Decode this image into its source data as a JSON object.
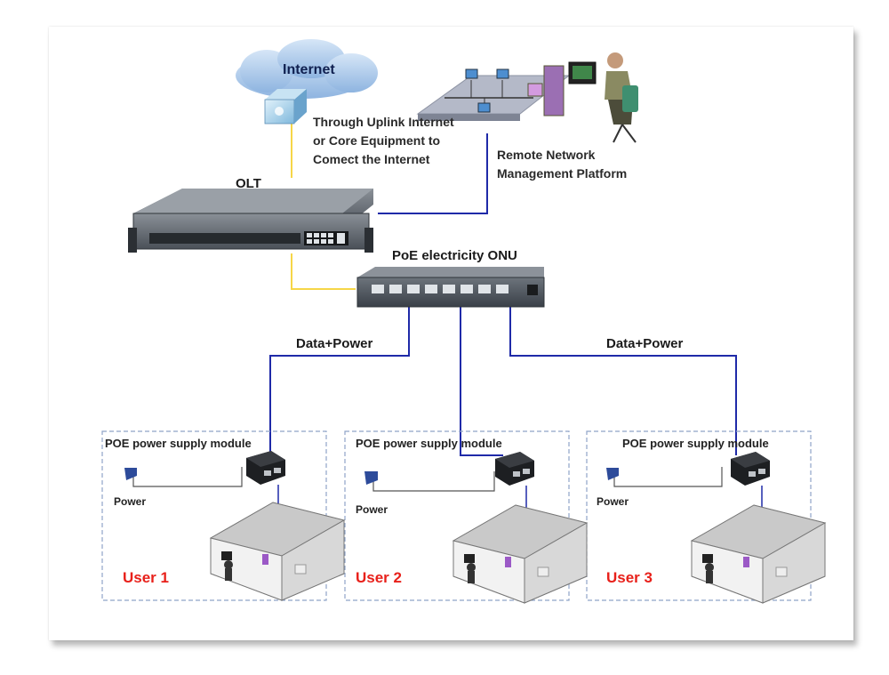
{
  "labels": {
    "internet": "Internet",
    "uplink": "Through Uplink Internet or Core Equipment to Comect the Internet",
    "remote": "Remote Network Management Platform",
    "olt": "OLT",
    "onu": "PoE electricity ONU",
    "data_power_left": "Data+Power",
    "data_power_right": "Data+Power"
  },
  "users": [
    {
      "module": "POE power supply module",
      "power": "Power",
      "user": "User 1"
    },
    {
      "module": "POE power supply module",
      "power": "Power",
      "user": "User 2"
    },
    {
      "module": "POE power supply module",
      "power": "Power",
      "user": "User 3"
    }
  ],
  "colors": {
    "fiber_line": "#f6d648",
    "data_line": "#1f2aa8",
    "user_label": "#e8201a",
    "dashed_border": "#8fa4c8",
    "cloud": "#aac7ea"
  }
}
